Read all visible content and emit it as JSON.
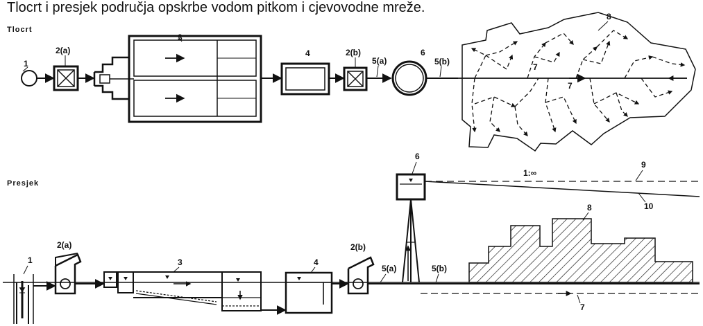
{
  "caption": "Tlocrt i presjek područja opskrbe vodom pitkom i cjevovodne mreže.",
  "plan": {
    "title": "Tlocrt",
    "labels": {
      "n1": "1",
      "n2a": "2(a)",
      "n3": "3",
      "n4": "4",
      "n2b": "2(b)",
      "n5a": "5(a)",
      "n6": "6",
      "n5b": "5(b)",
      "n7a": "7",
      "n7b": "7",
      "n8": "8"
    }
  },
  "section": {
    "title": "Presjek",
    "labels": {
      "n1": "1",
      "n2a": "2(a)",
      "n3": "3",
      "n4": "4",
      "n2b": "2(b)",
      "n5a": "5(a)",
      "n5b": "5(b)",
      "n6": "6",
      "n7": "7",
      "n8": "8",
      "n9": "9",
      "n10": "10",
      "slope": "1:∞"
    }
  }
}
